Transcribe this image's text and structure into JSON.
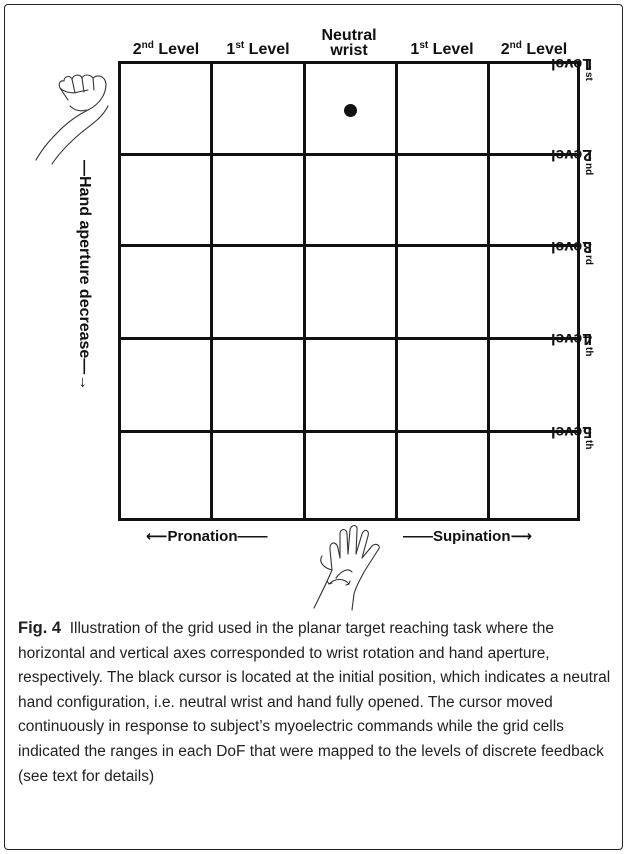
{
  "figure": {
    "columns": [
      {
        "base": "2",
        "sup": "nd",
        "word": "Level"
      },
      {
        "base": "1",
        "sup": "st",
        "word": "Level"
      },
      {
        "line1": "Neutral",
        "line2": "wrist"
      },
      {
        "base": "1",
        "sup": "st",
        "word": "Level"
      },
      {
        "base": "2",
        "sup": "nd",
        "word": "Level"
      }
    ],
    "rows": [
      {
        "base": "1",
        "sup": "st",
        "word": "Level"
      },
      {
        "base": "2",
        "sup": "nd",
        "word": "Level"
      },
      {
        "base": "3",
        "sup": "rd",
        "word": "Level"
      },
      {
        "base": "4",
        "sup": "th",
        "word": "Level"
      },
      {
        "base": "5",
        "sup": "th",
        "word": "Level"
      }
    ],
    "vertical_axis_label": "—Hand aperture decrease—→",
    "left_axis_label": "⟵Pronation——",
    "right_axis_label": "——Supination⟶",
    "cursor": {
      "column": 3,
      "row": 1
    },
    "line_color": "#111111"
  },
  "caption": {
    "label": "Fig. 4",
    "text": "Illustration of the grid used in the planar target reaching task where the horizontal and vertical axes corresponded to wrist rotation and hand aperture, respectively. The black cursor is located at the initial position, which indicates a neutral hand configuration, i.e. neutral wrist and hand fully opened. The cursor moved continuously in response to subject’s myoelectric commands while the grid cells indicated the ranges in each DoF that were mapped to the levels of discrete feedback (see text for details)"
  }
}
